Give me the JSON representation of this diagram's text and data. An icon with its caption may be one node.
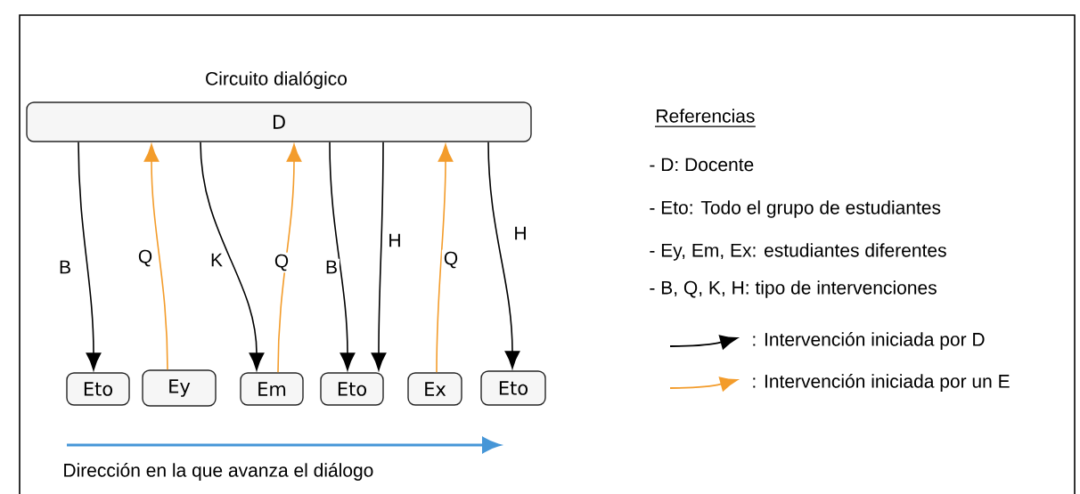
{
  "diagram": {
    "title": "Circuito dialógico",
    "nodes": [
      {
        "text": [
          "D"
        ]
      },
      {
        "text": [
          "Eto"
        ]
      },
      {
        "text": [
          "Ey"
        ]
      },
      {
        "text": [
          "Em"
        ]
      },
      {
        "text": [
          "Eto"
        ]
      },
      {
        "text": [
          "Ex"
        ]
      },
      {
        "text": [
          "Eto"
        ]
      }
    ],
    "edges": [
      {
        "from": 0,
        "to": 1,
        "arrow": "to",
        "label": "B"
      },
      {
        "from": 2,
        "to": 0,
        "arrow": "to",
        "label": "Q",
        "color": "#f39c2b"
      },
      {
        "from": 0,
        "to": 3,
        "arrow": "to",
        "label": "K"
      },
      {
        "from": 3,
        "to": 0,
        "arrow": "to",
        "label": "Q",
        "color": "#f39c2b"
      },
      {
        "from": 0,
        "to": 4,
        "arrow": "to",
        "label": "B"
      },
      {
        "from": 0,
        "to": 4,
        "arrow": "to",
        "label": "H"
      },
      {
        "from": 5,
        "to": 0,
        "arrow": "to",
        "label": "Q",
        "color": "#f39c2b"
      },
      {
        "from": 0,
        "to": 6,
        "arrow": "to",
        "label": "H"
      }
    ],
    "labels": [
      "Referencias",
      "- D: Docente",
      "- Eto: Todo el grupo de estudiantes",
      "- Ey, Em, Ex: estudiantes diferentes",
      "- B, Q, K, H: tipo de intervenciones",
      "Dirección en la que avanza el diálogo"
    ],
    "legend": [
      {
        "text": ": Intervención iniciada por D"
      },
      {
        "text": ": Intervención iniciada por un E"
      }
    ]
  }
}
